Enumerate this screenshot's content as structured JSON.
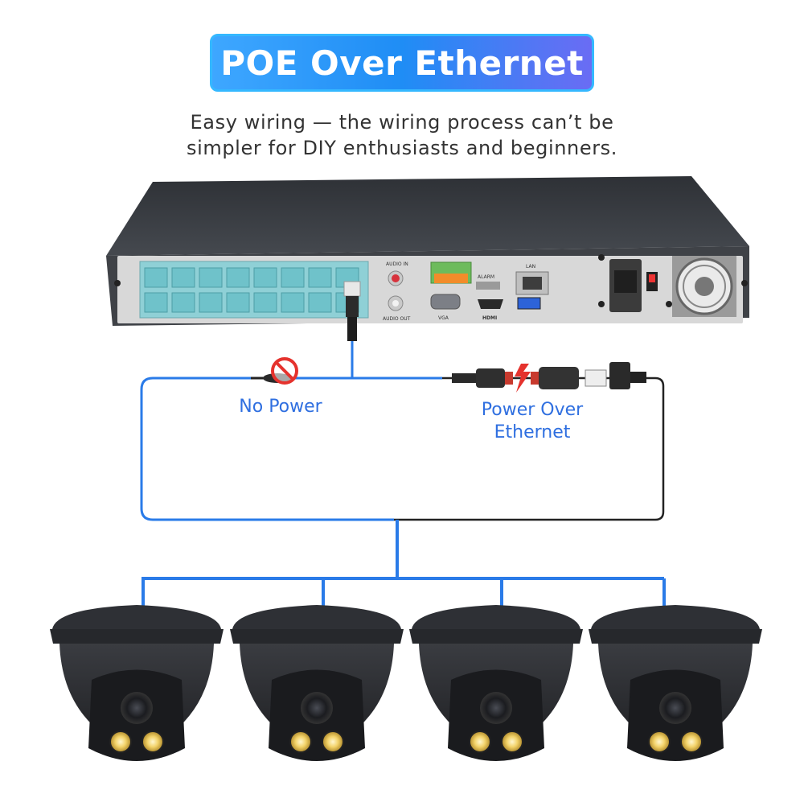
{
  "header": {
    "title": "POE Over Ethernet",
    "subtitle_line1": "Easy wiring — the wiring process can’t be",
    "subtitle_line2": "simpler for DIY enthusiasts and beginners."
  },
  "labels": {
    "no_power": "No Power",
    "poe_line1": "Power Over",
    "poe_line2": "Ethernet"
  },
  "device_text": {
    "audio_in": "AUDIO IN",
    "audio_out": "AUDIO OUT",
    "alarm": "ALARM",
    "vga": "VGA",
    "hdmi": "HDMI",
    "lan": "LAN"
  },
  "icons": [
    "no-power-prohibited-icon",
    "lightning-icon"
  ],
  "colors": {
    "accent": "#2f6fe0",
    "wire_blue": "#2a7be8",
    "wire_black": "#222222",
    "port_teal": "#7ccfd6",
    "nvr_body": "#3a3d42",
    "camera_body": "#2b2d31"
  }
}
